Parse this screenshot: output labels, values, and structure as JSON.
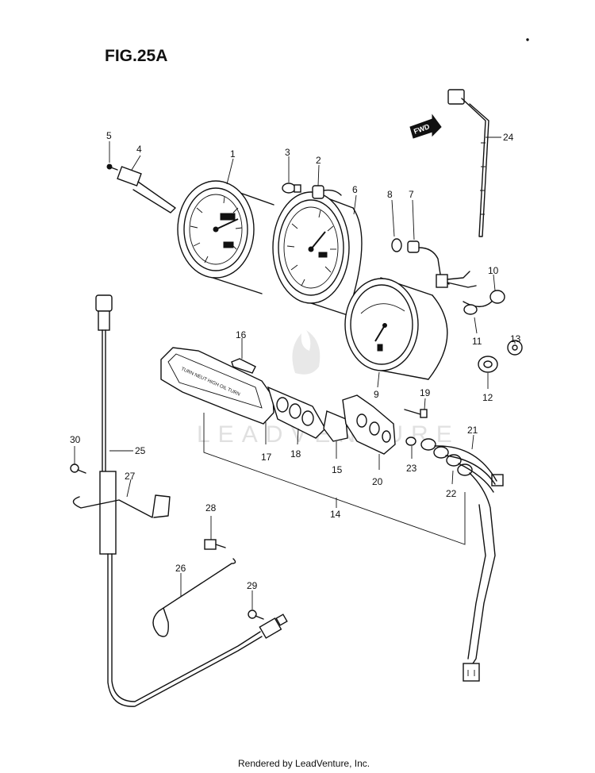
{
  "figure": {
    "title": "FIG.25A"
  },
  "watermark": {
    "text": "LEADVENTURE"
  },
  "footer": {
    "text": "Rendered by LeadVenture, Inc."
  },
  "direction_tag": {
    "text": "FWD"
  },
  "callouts": [
    {
      "id": "1",
      "label": "1"
    },
    {
      "id": "2",
      "label": "2"
    },
    {
      "id": "3",
      "label": "3"
    },
    {
      "id": "4",
      "label": "4"
    },
    {
      "id": "5",
      "label": "5"
    },
    {
      "id": "6",
      "label": "6"
    },
    {
      "id": "7",
      "label": "7"
    },
    {
      "id": "8",
      "label": "8"
    },
    {
      "id": "9",
      "label": "9"
    },
    {
      "id": "10",
      "label": "10"
    },
    {
      "id": "11",
      "label": "11"
    },
    {
      "id": "12",
      "label": "12"
    },
    {
      "id": "13",
      "label": "13"
    },
    {
      "id": "14",
      "label": "14"
    },
    {
      "id": "15",
      "label": "15"
    },
    {
      "id": "16",
      "label": "16"
    },
    {
      "id": "17",
      "label": "17"
    },
    {
      "id": "18",
      "label": "18"
    },
    {
      "id": "19",
      "label": "19"
    },
    {
      "id": "20",
      "label": "20"
    },
    {
      "id": "21",
      "label": "21"
    },
    {
      "id": "22",
      "label": "22"
    },
    {
      "id": "23",
      "label": "23"
    },
    {
      "id": "24",
      "label": "24"
    },
    {
      "id": "25",
      "label": "25"
    },
    {
      "id": "26",
      "label": "26"
    },
    {
      "id": "27",
      "label": "27"
    },
    {
      "id": "28",
      "label": "28"
    },
    {
      "id": "29",
      "label": "29"
    },
    {
      "id": "30",
      "label": "30"
    }
  ]
}
